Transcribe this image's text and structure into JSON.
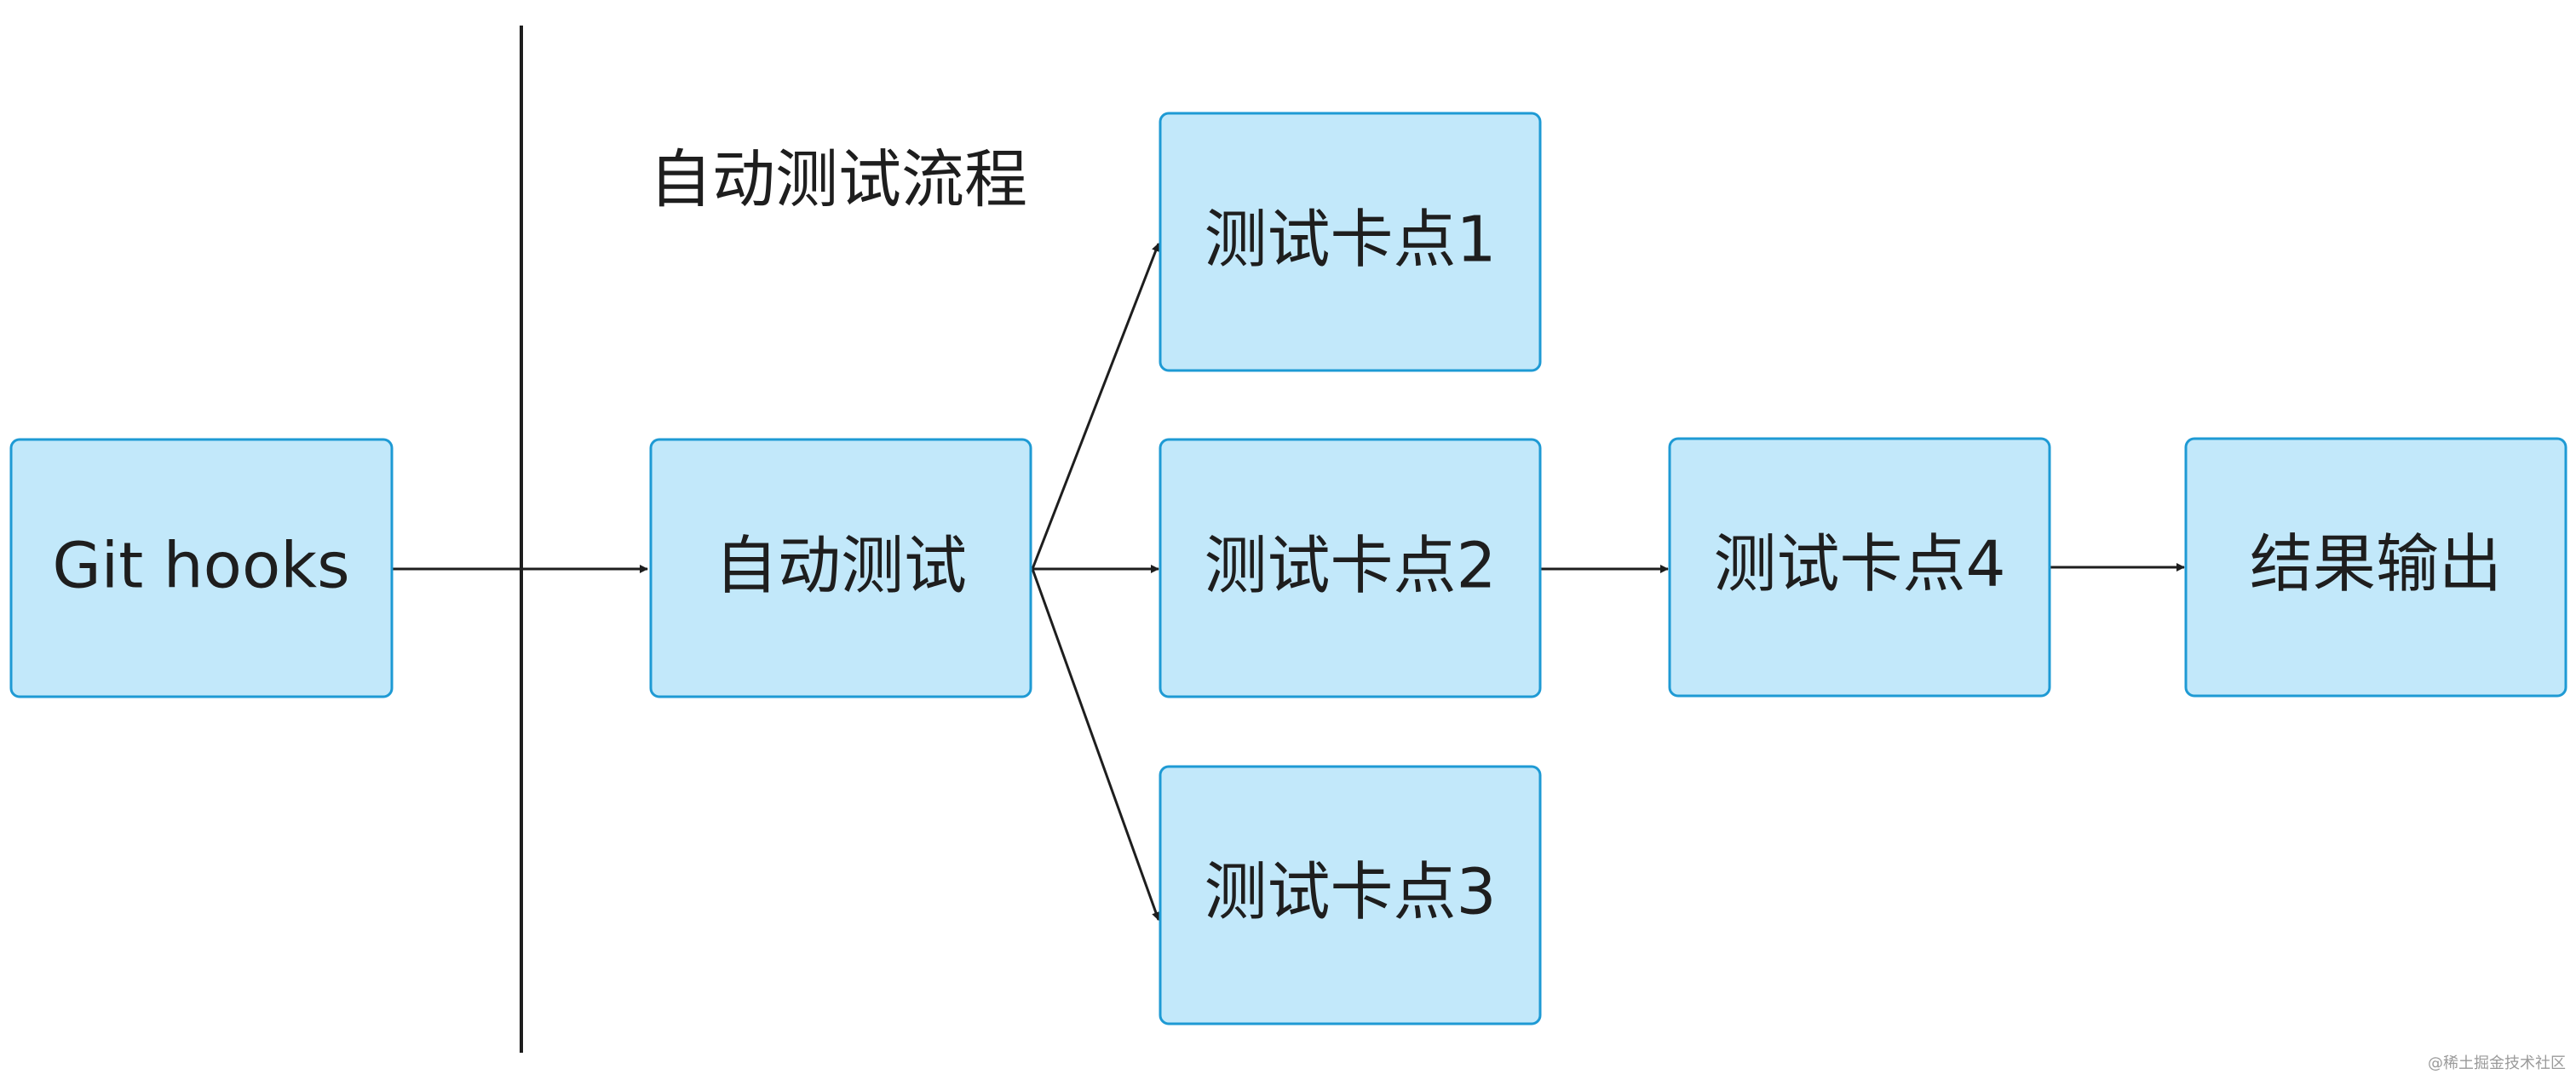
{
  "diagram": {
    "title": "自动测试流程",
    "colors": {
      "box_fill": "#c2e8fa",
      "box_stroke": "#1e9ad4",
      "line": "#1e1e1e",
      "text": "#1e1e1e"
    },
    "nodes": [
      {
        "id": "git-hooks",
        "label": "Git hooks"
      },
      {
        "id": "auto-test",
        "label": "自动测试"
      },
      {
        "id": "checkpoint-1",
        "label": "测试卡点1"
      },
      {
        "id": "checkpoint-2",
        "label": "测试卡点2"
      },
      {
        "id": "checkpoint-3",
        "label": "测试卡点3"
      },
      {
        "id": "checkpoint-4",
        "label": "测试卡点4"
      },
      {
        "id": "result-output",
        "label": "结果输出"
      }
    ],
    "edges": [
      {
        "from": "git-hooks",
        "to": "auto-test"
      },
      {
        "from": "auto-test",
        "to": "checkpoint-1"
      },
      {
        "from": "auto-test",
        "to": "checkpoint-2"
      },
      {
        "from": "auto-test",
        "to": "checkpoint-3"
      },
      {
        "from": "checkpoint-2",
        "to": "checkpoint-4"
      },
      {
        "from": "checkpoint-4",
        "to": "result-output"
      }
    ]
  },
  "watermark": "@稀土掘金技术社区"
}
